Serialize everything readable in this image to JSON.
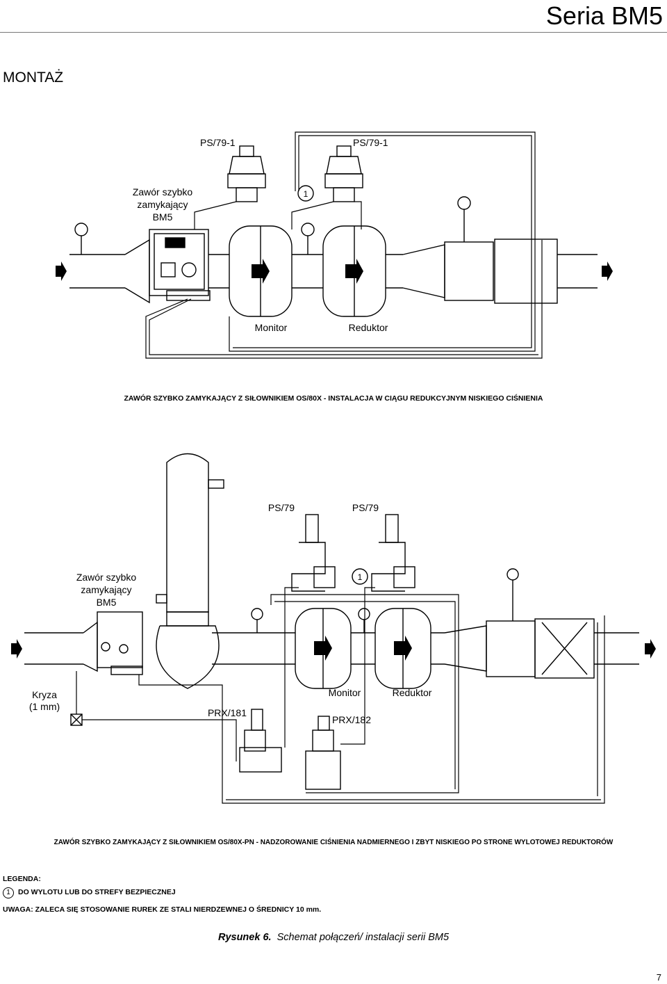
{
  "header": {
    "series_title": "Seria BM5"
  },
  "section": {
    "title": "MONTAŻ"
  },
  "diagram1": {
    "labels": {
      "ps_left": "PS/79-1",
      "ps_right": "PS/79-1",
      "valve_l1": "Zawór szybko",
      "valve_l2": "zamykający",
      "valve_l3": "BM5",
      "num": "1",
      "monitor": "Monitor",
      "reduktor": "Reduktor"
    },
    "caption": "ZAWÓR SZYBKO ZAMYKAJĄCY Z SIŁOWNIKIEM OS/80X - INSTALACJA W CIĄGU REDUKCYJNYM NISKIEGO CIŚNIENIA"
  },
  "diagram2": {
    "labels": {
      "ps_left": "PS/79",
      "ps_right": "PS/79",
      "valve_l1": "Zawór szybko",
      "valve_l2": "zamykający",
      "valve_l3": "BM5",
      "num": "1",
      "kryza_l1": "Kryza",
      "kryza_l2": "(1 mm)",
      "prx181": "PRX/181",
      "monitor": "Monitor",
      "reduktor": "Reduktor",
      "prx182": "PRX/182"
    },
    "caption": "ZAWÓR SZYBKO ZAMYKAJĄCY Z SIŁOWNIKIEM OS/80X-PN - NADZOROWANIE CIŚNIENIA NADMIERNEGO I ZBYT NISKIEGO PO STRONE WYLOTOWEJ REDUKTORÓW"
  },
  "legend": {
    "title": "LEGENDA:",
    "item_num": "1",
    "item_text": "DO WYLOTU LUB DO STREFY BEZPIECZNEJ",
    "note": "UWAGA: ZALECA SIĘ STOSOWANIE RUREK ZE STALI NIERDZEWNEJ O ŚREDNICY 10 mm."
  },
  "figure": {
    "label": "Rysunek 6.",
    "text": "Schemat połączeń/ instalacji serii BM5"
  },
  "page": {
    "number": "7"
  }
}
